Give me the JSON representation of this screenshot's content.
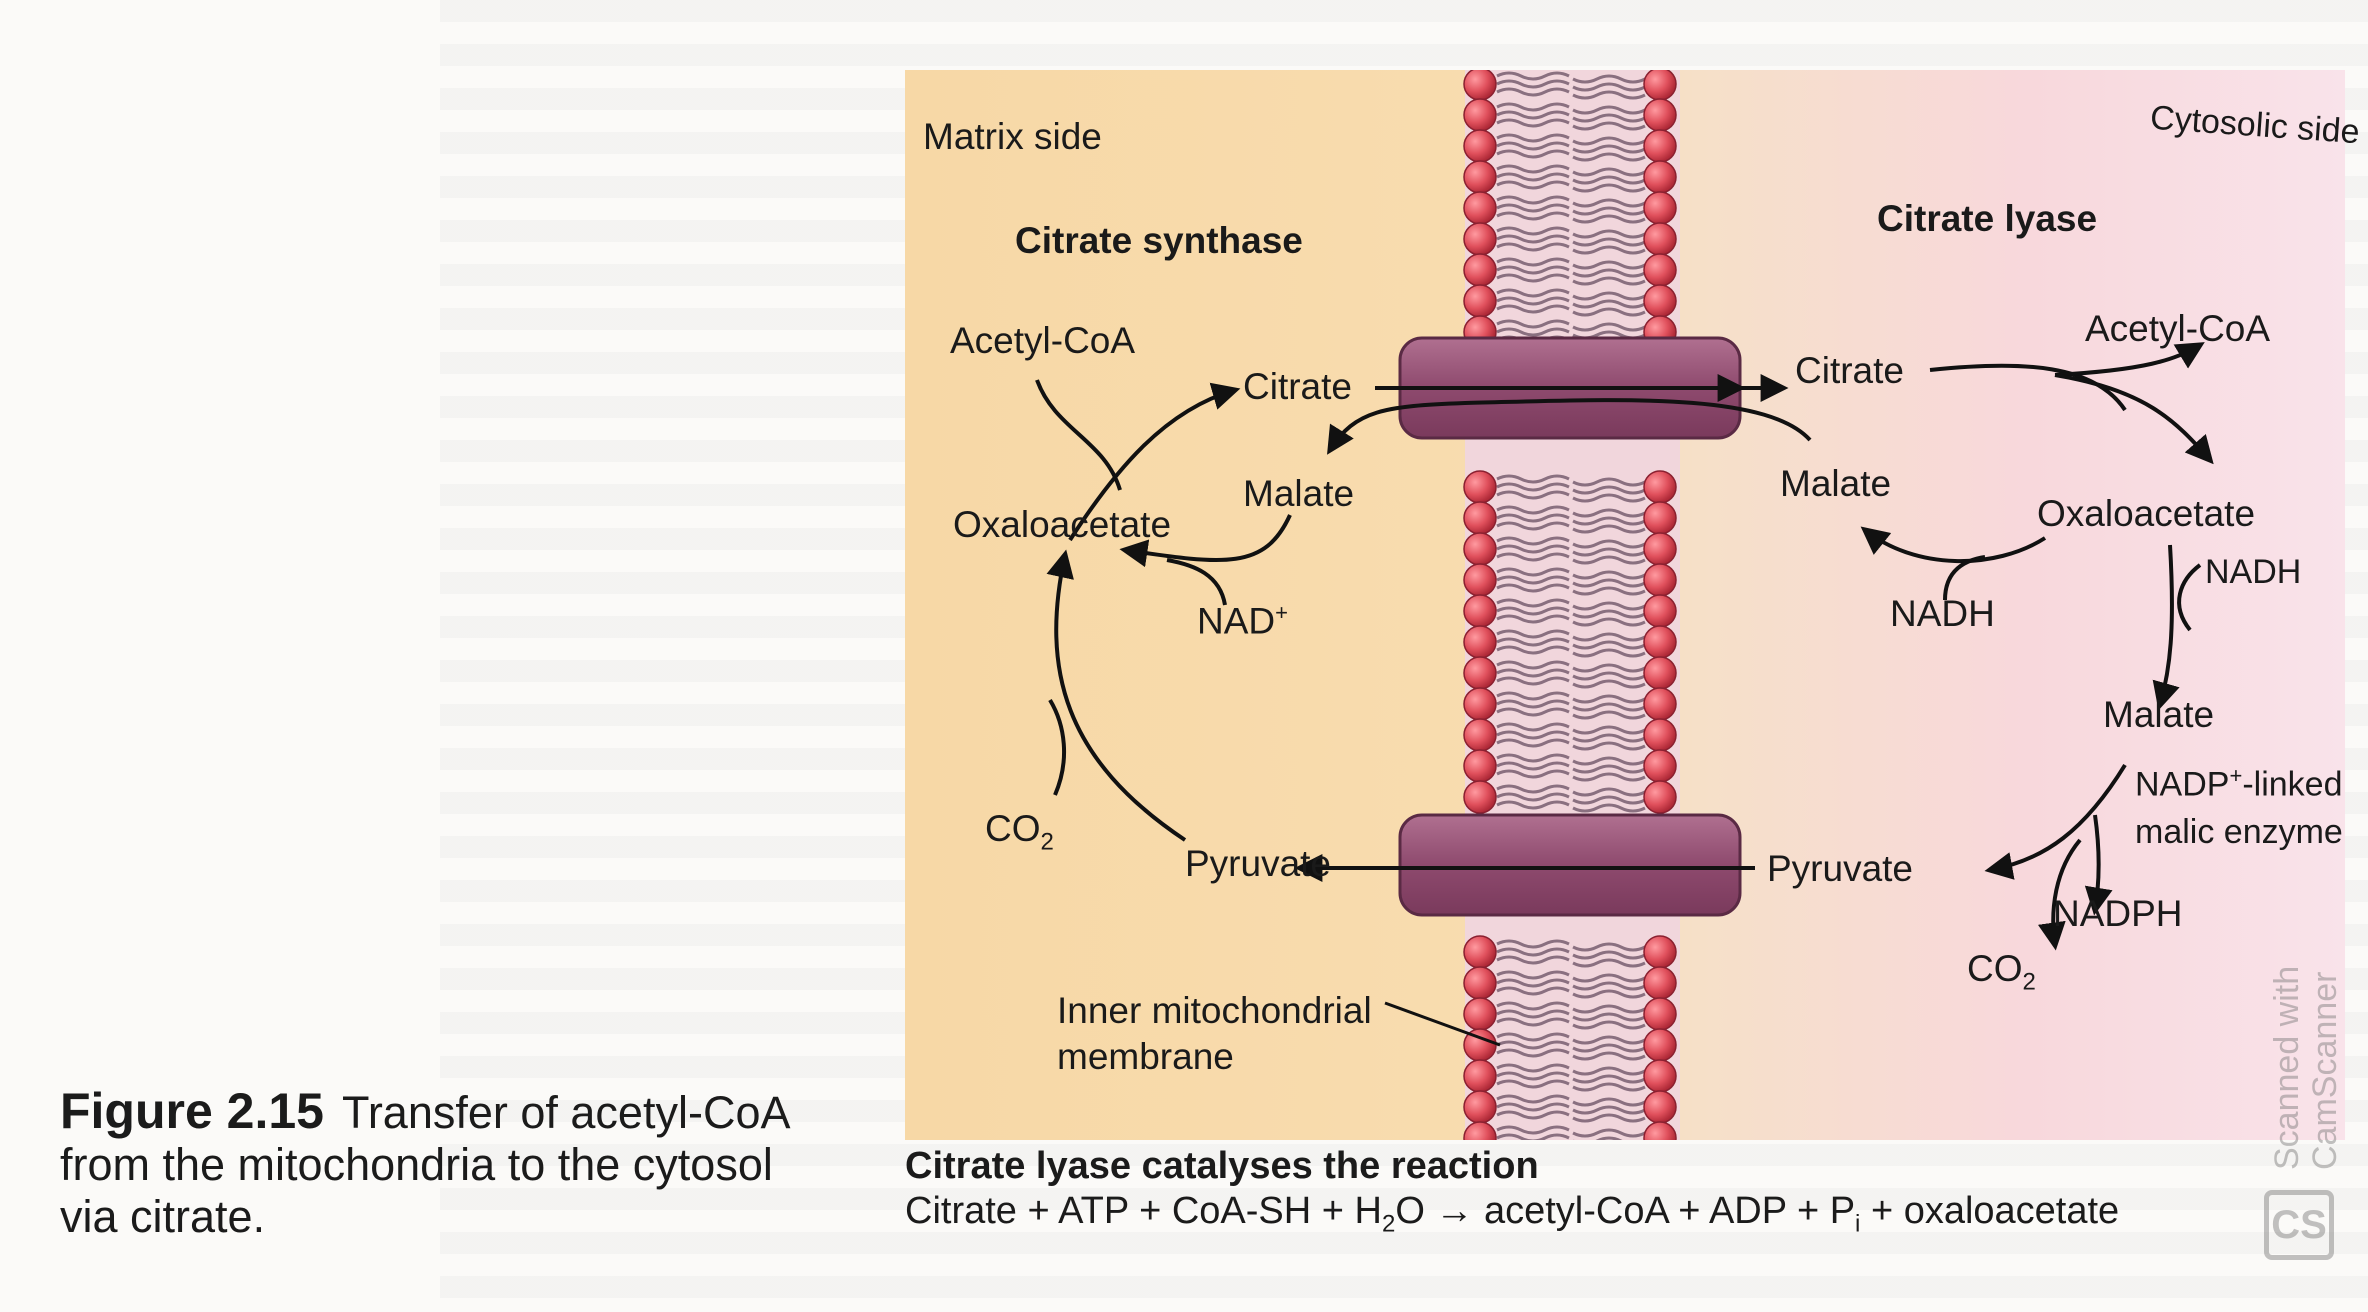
{
  "diagram": {
    "matrix_side": "Matrix side",
    "cytosolic_side": "Cytosolic side",
    "citrate_synthase": "Citrate synthase",
    "citrate_lyase": "Citrate lyase",
    "left": {
      "acetyl_coa": "Acetyl-CoA",
      "citrate": "Citrate",
      "malate": "Malate",
      "oxaloacetate": "Oxaloacetate",
      "nad": "NAD",
      "nad_sup": "+",
      "co2": "CO",
      "co2_sub": "2",
      "pyruvate": "Pyruvate"
    },
    "right": {
      "acetyl_coa": "Acetyl-CoA",
      "citrate": "Citrate",
      "malate": "Malate",
      "oxaloacetate": "Oxaloacetate",
      "nadh_top": "NADH",
      "nadh_left": "NADH",
      "malate_lower": "Malate",
      "nadp_linked": "NADP",
      "nadp_sup": "+",
      "nadp_linked_rest": "-linked",
      "malic_enzyme": "malic enzyme",
      "nadph": "NADPH",
      "pyruvate": "Pyruvate",
      "co2": "CO",
      "co2_sub": "2"
    },
    "membrane_label_line1": "Inner mitochondrial",
    "membrane_label_line2": "membrane"
  },
  "caption": {
    "figure_label": "Figure 2.15",
    "text": "Transfer of acetyl-CoA from the mitochondria to the cytosol via citrate."
  },
  "reaction": {
    "title": "Citrate lyase catalyses the reaction",
    "eq_part1": "Citrate + ATP + CoA-SH + H",
    "eq_h2o_sub": "2",
    "eq_part2": "O → acetyl-CoA + ADP + P",
    "eq_pi_sub": "i",
    "eq_part3": " + oxaloacetate"
  },
  "watermark": {
    "line1": "Scanned with",
    "line2": "CamScanner",
    "logo": "CS"
  },
  "colors": {
    "matrix_bg": "#f7d8a6",
    "cytosol_bg": "#f8dcdf",
    "lipid_head": "#e0505c",
    "transporter": "#8e4a6e"
  }
}
